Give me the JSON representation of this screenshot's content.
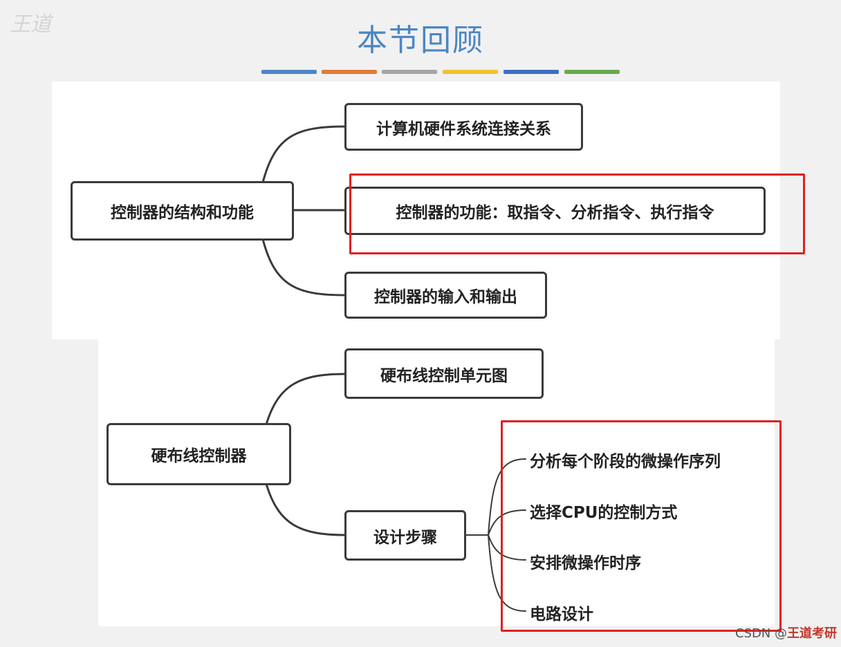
{
  "slide": {
    "title": "本节回顾"
  },
  "accent_colors": [
    "#4f86c6",
    "#e07b39",
    "#a5a5a5",
    "#f2c12e",
    "#3d6fc1",
    "#6aa84f"
  ],
  "mindmap_1": {
    "root": "控制器的结构和功能",
    "children": [
      "计算机硬件系统连接关系",
      "控制器的功能：取指令、分析指令、执行指令",
      "控制器的输入和输出"
    ]
  },
  "mindmap_2": {
    "root": "硬布线控制器",
    "children": [
      "硬布线控制单元图",
      "设计步骤"
    ],
    "design_steps": [
      "分析每个阶段的微操作序列",
      "选择CPU的控制方式",
      "安排微操作时序",
      "电路设计"
    ]
  },
  "logo": {
    "text": "王道"
  },
  "watermark": {
    "source": "CSDN @",
    "brand": "王道考研"
  },
  "highlight_color": "#e02020"
}
